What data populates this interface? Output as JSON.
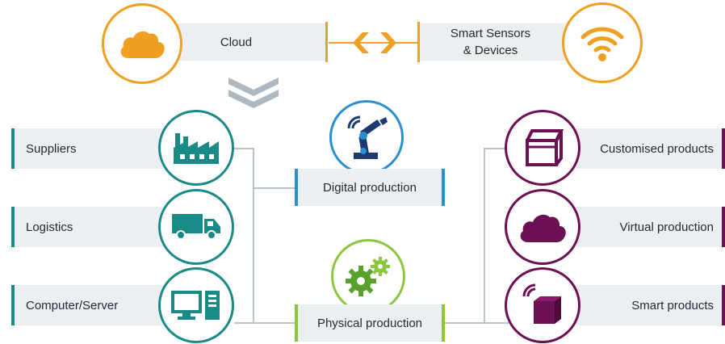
{
  "top": {
    "cloud_label": "Cloud",
    "sensors_label_line1": "Smart Sensors",
    "sensors_label_line2": "& Devices"
  },
  "left": {
    "items": [
      {
        "label": "Suppliers",
        "icon": "factory-icon"
      },
      {
        "label": "Logistics",
        "icon": "truck-icon"
      },
      {
        "label": "Computer/Server",
        "icon": "computer-server-icon"
      }
    ]
  },
  "center": {
    "digital_label": "Digital production",
    "physical_label": "Physical production"
  },
  "right": {
    "items": [
      {
        "label": "Customised products",
        "icon": "box-icon"
      },
      {
        "label": "Virtual production",
        "icon": "cloud-icon"
      },
      {
        "label": "Smart products",
        "icon": "smart-box-icon"
      }
    ]
  },
  "colors": {
    "orange": "#f0a020",
    "teal": "#1a8a86",
    "blue": "#2a8fd0",
    "green": "#8bc63e",
    "purple": "#6b1052",
    "gray": "#aeb8c0"
  }
}
